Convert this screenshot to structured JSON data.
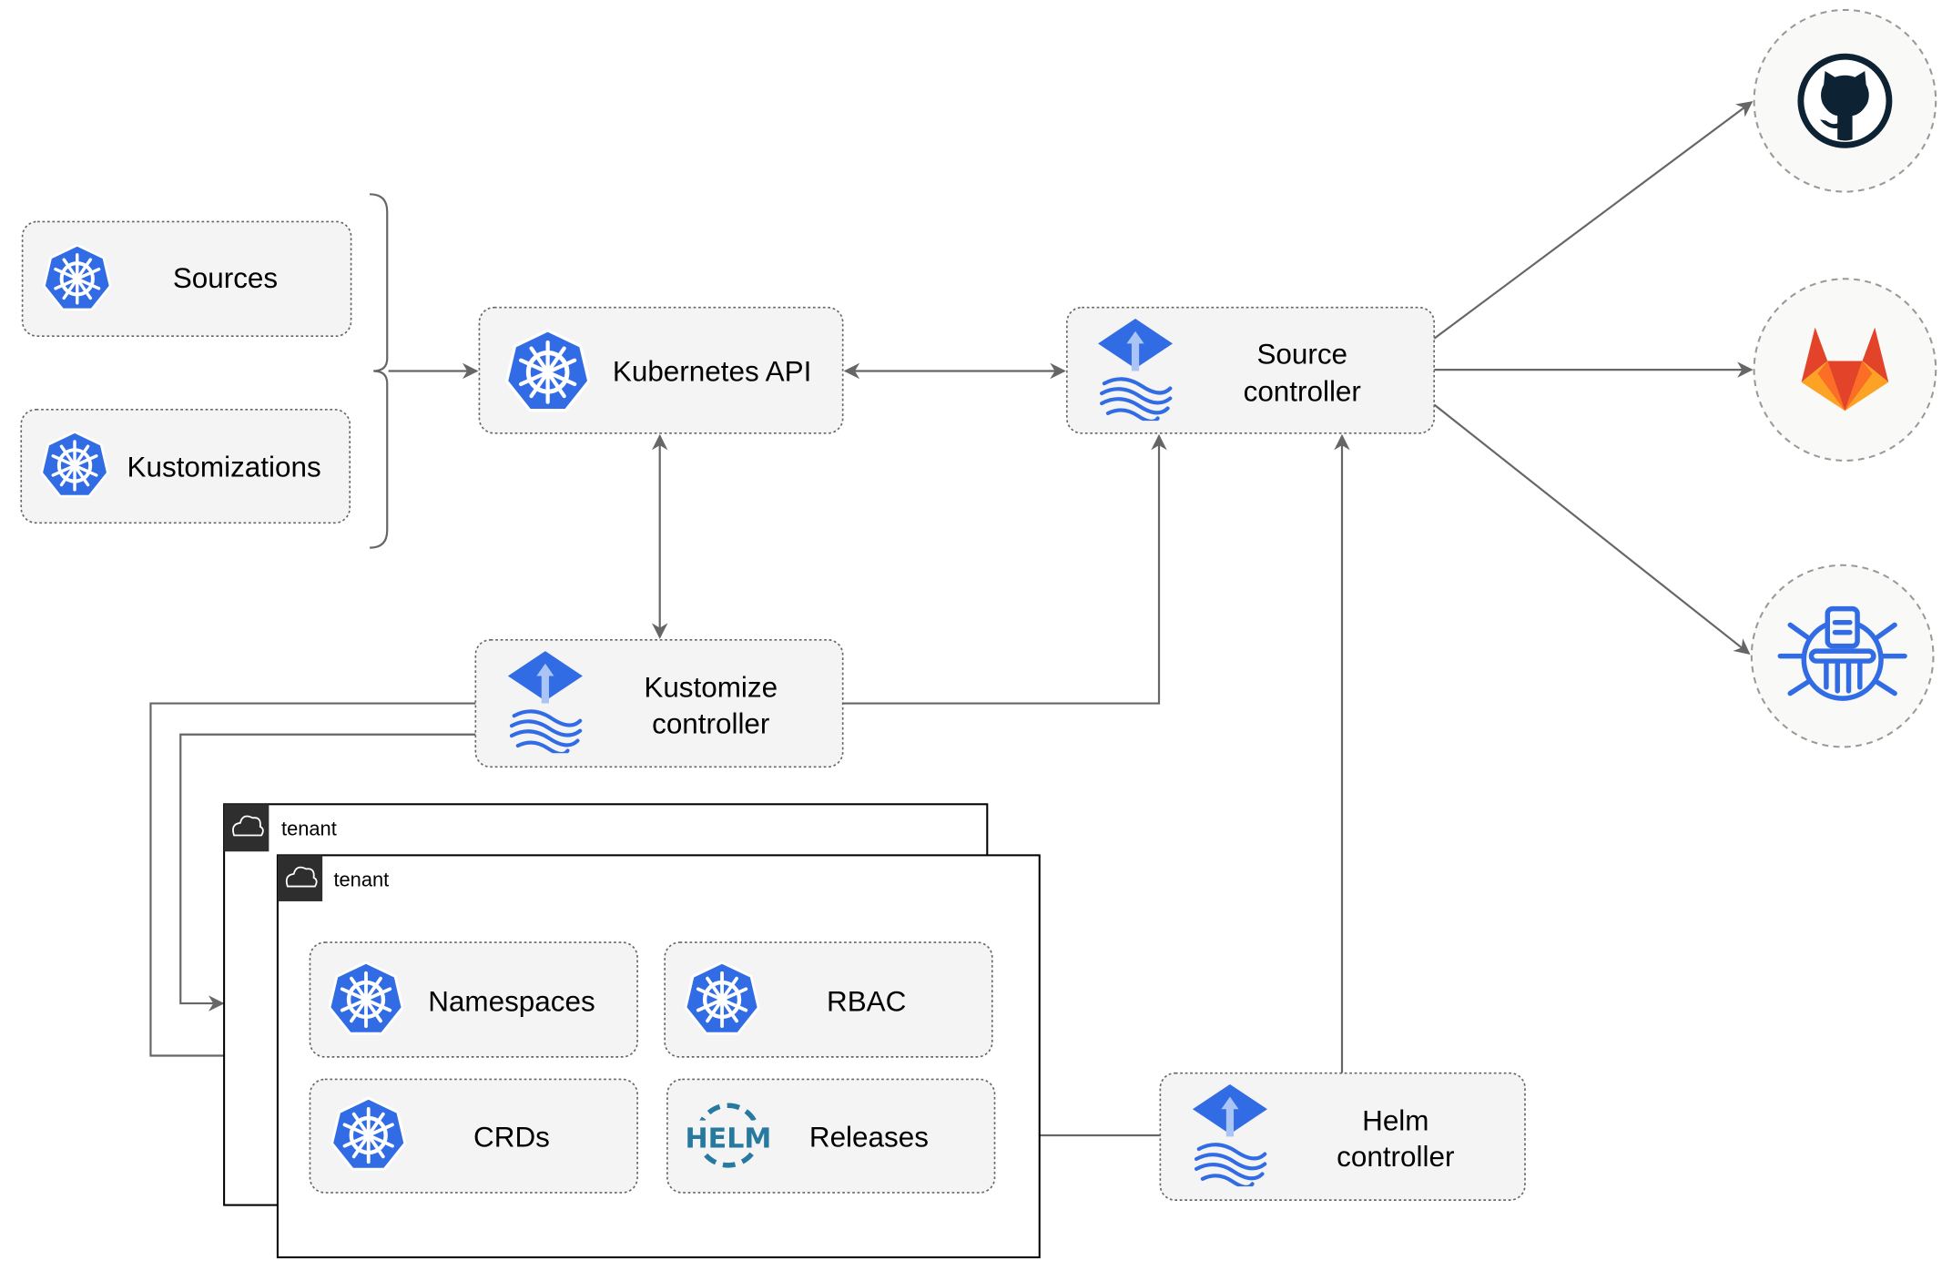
{
  "nodes": {
    "sources": "Sources",
    "kustomizations": "Kustomizations",
    "kubernetes_api": "Kubernetes API",
    "source_controller": [
      "Source",
      "controller"
    ],
    "kustomize_controller": [
      "Kustomize",
      "controller"
    ],
    "helm_controller": [
      "Helm",
      "controller"
    ],
    "namespaces": "Namespaces",
    "rbac": "RBAC",
    "crds": "CRDs",
    "releases": "Releases",
    "helm_logo_text": "HELM"
  },
  "tenants": [
    {
      "label": "tenant"
    },
    {
      "label": "tenant"
    }
  ],
  "external_sources": [
    {
      "name": "github",
      "icon": "github-icon"
    },
    {
      "name": "gitlab",
      "icon": "gitlab-icon"
    },
    {
      "name": "bucket",
      "icon": "bucket-icon"
    }
  ],
  "colors": {
    "kubernetes_blue": "#326ce5",
    "flux_blue": "#326ce5",
    "gitlab_orange": "#e24329",
    "github_dark": "#0d2233",
    "helm_blue": "#277a9f",
    "edge": "#666666"
  }
}
